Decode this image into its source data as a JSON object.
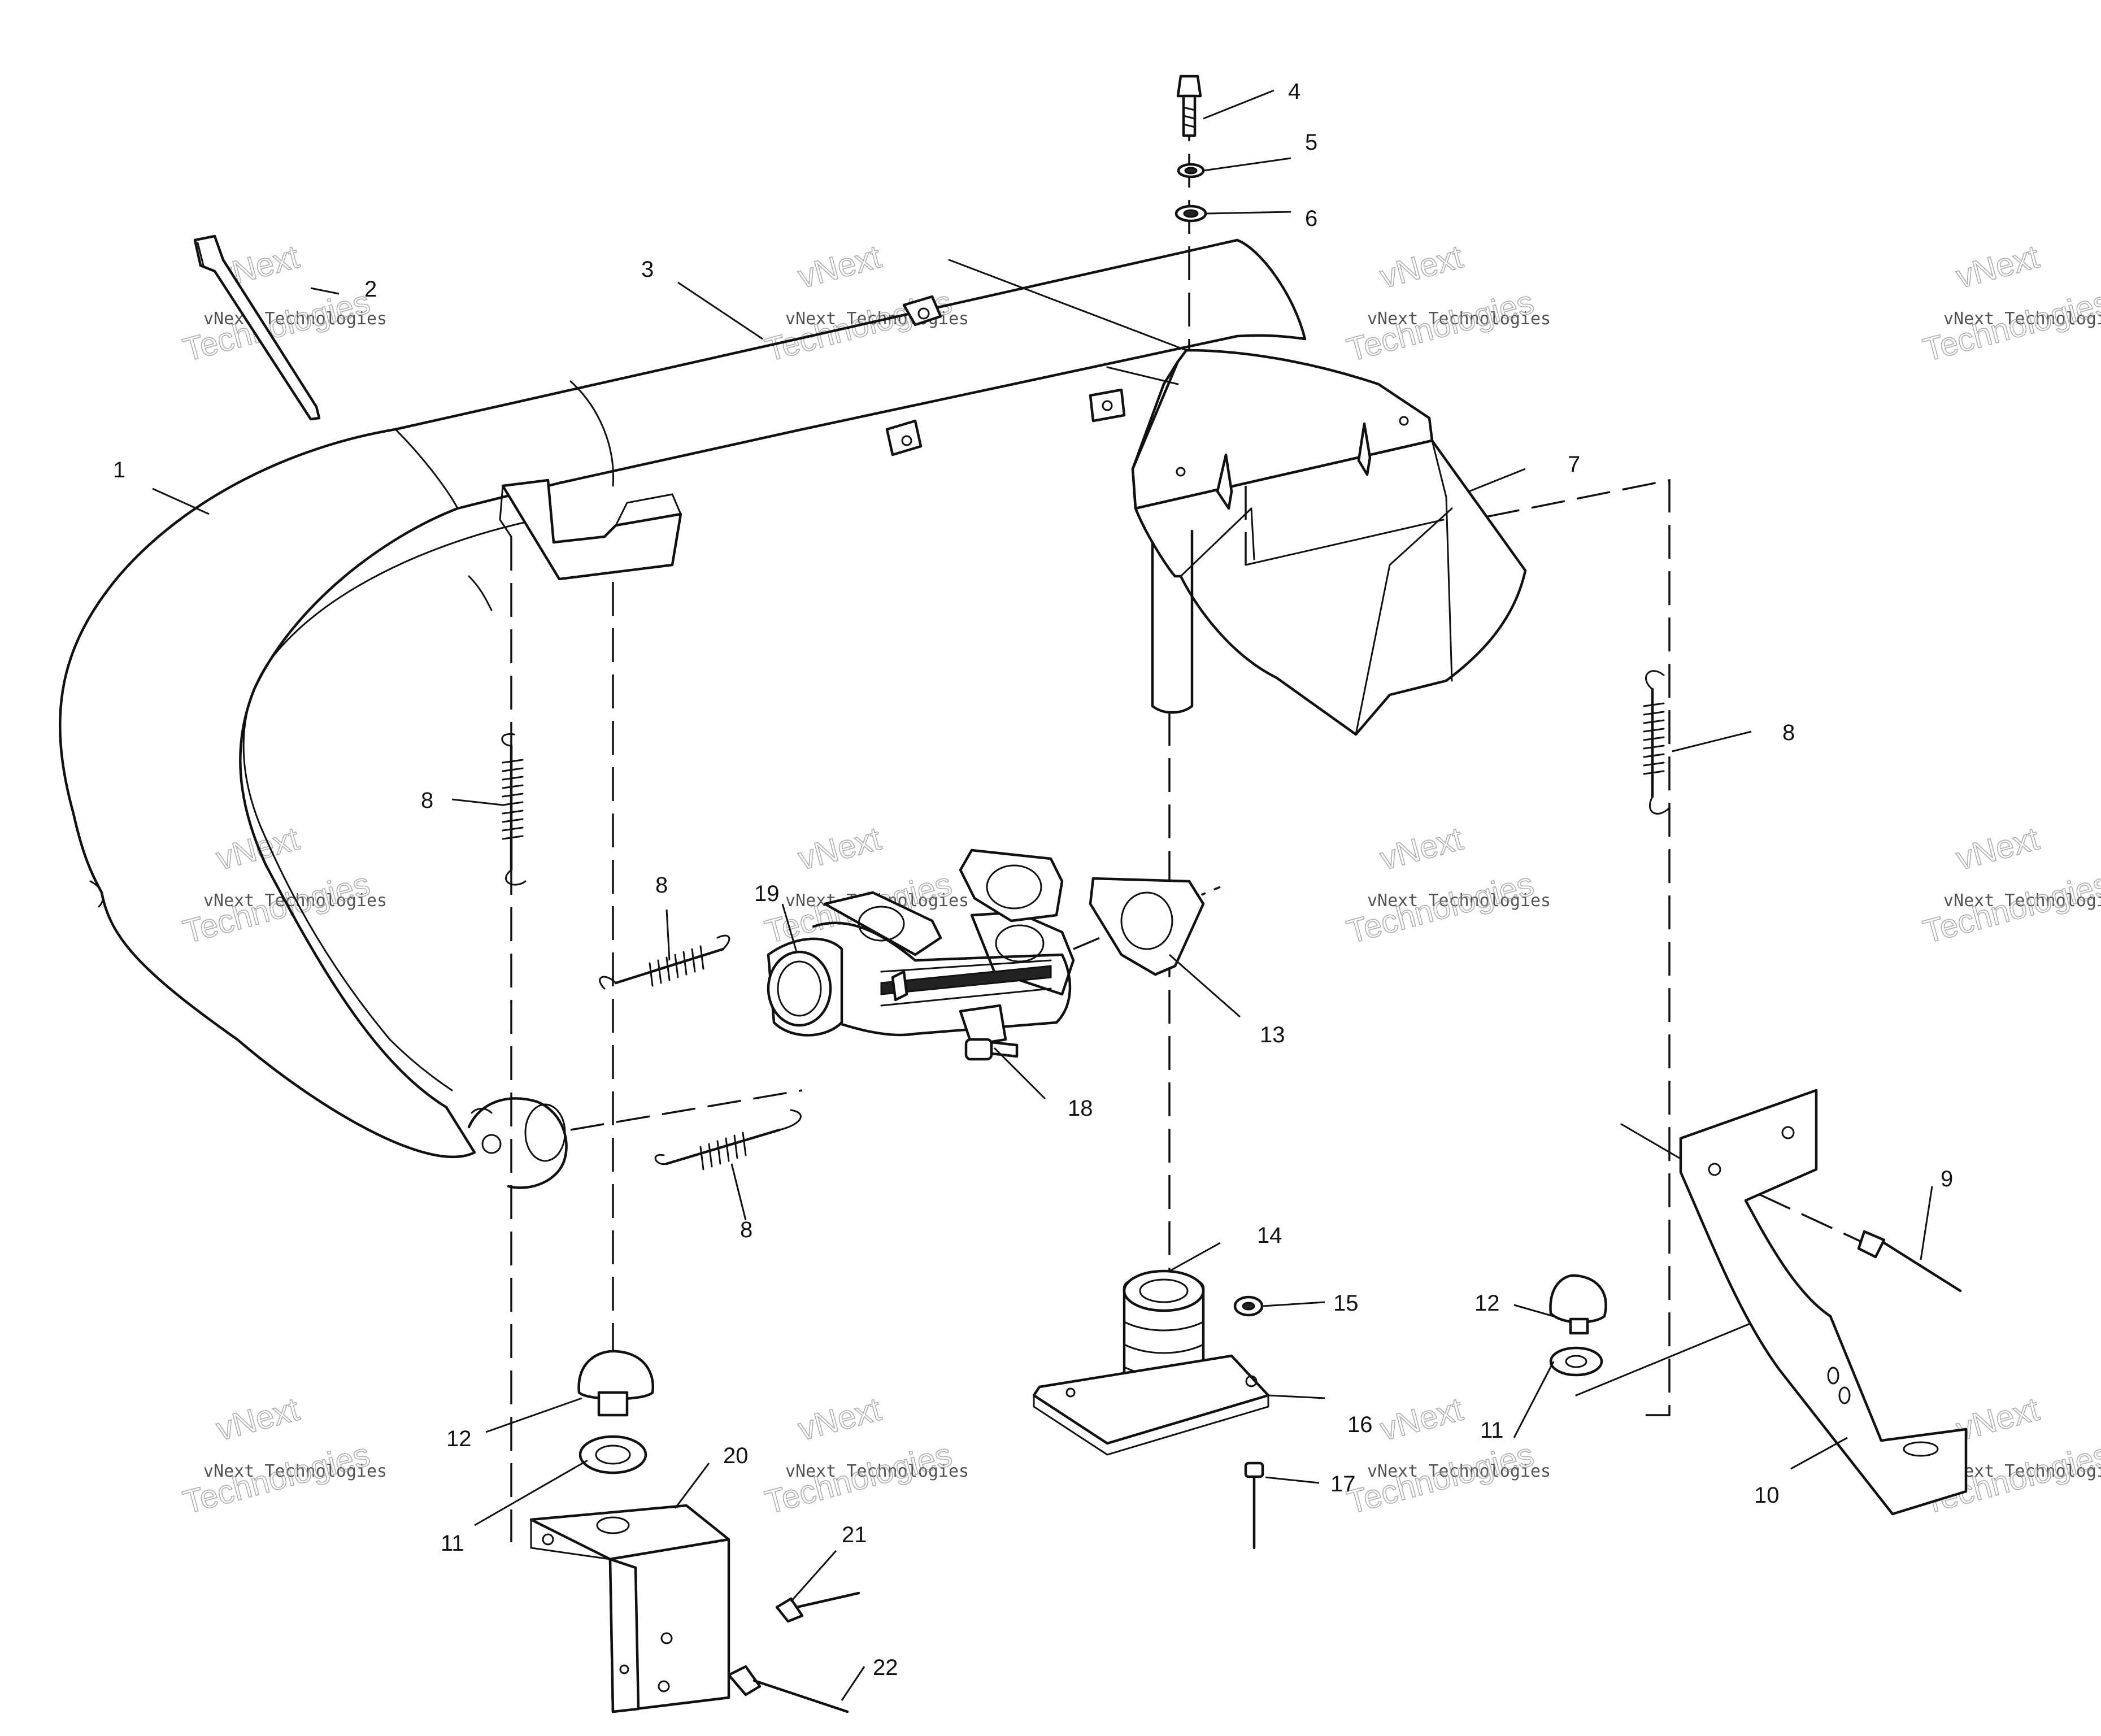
{
  "watermark": {
    "line1": "vNext",
    "line2": "vNext Technologies",
    "line3": "Technologies"
  },
  "callouts": [
    {
      "id": "c1",
      "label": "1"
    },
    {
      "id": "c2",
      "label": "2"
    },
    {
      "id": "c3",
      "label": "3"
    },
    {
      "id": "c4",
      "label": "4"
    },
    {
      "id": "c5",
      "label": "5"
    },
    {
      "id": "c6",
      "label": "6"
    },
    {
      "id": "c7",
      "label": "7"
    },
    {
      "id": "c8a",
      "label": "8"
    },
    {
      "id": "c8b",
      "label": "8"
    },
    {
      "id": "c8c",
      "label": "8"
    },
    {
      "id": "c8d",
      "label": "8"
    },
    {
      "id": "c9",
      "label": "9"
    },
    {
      "id": "c10",
      "label": "10"
    },
    {
      "id": "c11a",
      "label": "11"
    },
    {
      "id": "c11b",
      "label": "11"
    },
    {
      "id": "c12a",
      "label": "12"
    },
    {
      "id": "c12b",
      "label": "12"
    },
    {
      "id": "c13",
      "label": "13"
    },
    {
      "id": "c14",
      "label": "14"
    },
    {
      "id": "c15",
      "label": "15"
    },
    {
      "id": "c16",
      "label": "16"
    },
    {
      "id": "c17",
      "label": "17"
    },
    {
      "id": "c18",
      "label": "18"
    },
    {
      "id": "c19",
      "label": "19"
    },
    {
      "id": "c20",
      "label": "20"
    },
    {
      "id": "c21",
      "label": "21"
    },
    {
      "id": "c22",
      "label": "22"
    }
  ]
}
